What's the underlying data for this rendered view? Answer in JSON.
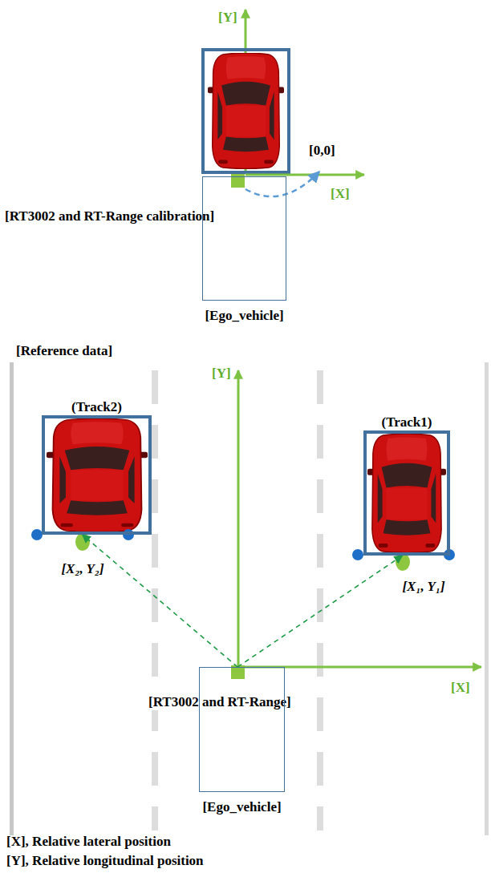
{
  "diagram": {
    "nodes": [
      {
        "text": [
          "[Ego_vehicle]"
        ]
      },
      {
        "text": [
          "(Track2)"
        ]
      },
      {
        "text": [
          "(Track1)"
        ]
      },
      {
        "text": [
          "[Ego_vehicle]"
        ]
      }
    ],
    "edges": [
      {
        "from": 3,
        "to": 1,
        "arrow": "to"
      },
      {
        "from": 3,
        "to": 2,
        "arrow": "to"
      }
    ],
    "labels": [
      "[Y]",
      "[0,0]",
      "[X]",
      "[RT3002 and RT-Range calibration]",
      "[Reference data]",
      "[Y]",
      "[X₂, Y₂]",
      "[X₁, Y₁]",
      "[RT3002 and RT-Range]",
      "[X]",
      "[X], Relative lateral position",
      "[Y], Relative longitudinal position"
    ]
  }
}
